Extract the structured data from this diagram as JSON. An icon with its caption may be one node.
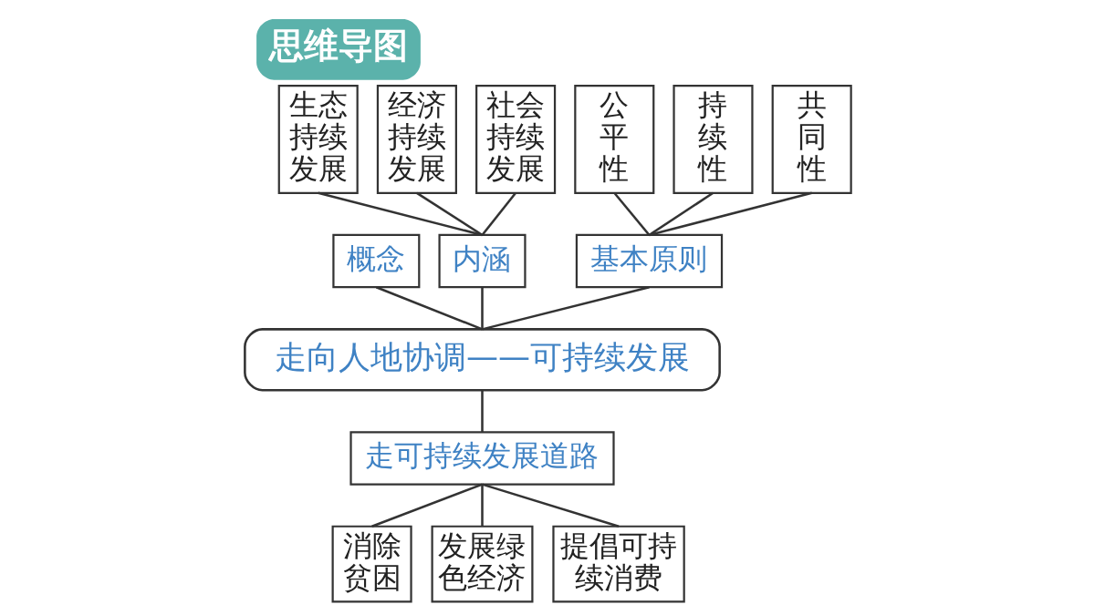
{
  "diagram": {
    "title": "思维导图",
    "nodes": [
      {
        "text": [
          "生态持续发展"
        ]
      },
      {
        "text": [
          "经济持续发展"
        ]
      },
      {
        "text": [
          "社会持续发展"
        ]
      },
      {
        "text": [
          "公平性"
        ]
      },
      {
        "text": [
          "持续性"
        ]
      },
      {
        "text": [
          "共同性"
        ]
      },
      {
        "text": [
          "概念"
        ]
      },
      {
        "text": [
          "内涵"
        ]
      },
      {
        "text": [
          "基本原则"
        ]
      },
      {
        "text": [
          "走向人地协调——可持续发展"
        ]
      },
      {
        "text": [
          "走可持续发展道路"
        ]
      },
      {
        "text": [
          "消除贫困"
        ]
      },
      {
        "text": [
          "发展绿色经济"
        ]
      },
      {
        "text": [
          "提倡可持续消费"
        ]
      }
    ],
    "edges": [
      {
        "from": 0,
        "to": 7,
        "arrow": "none"
      },
      {
        "from": 1,
        "to": 7,
        "arrow": "none"
      },
      {
        "from": 2,
        "to": 7,
        "arrow": "none"
      },
      {
        "from": 3,
        "to": 8,
        "arrow": "none"
      },
      {
        "from": 4,
        "to": 8,
        "arrow": "none"
      },
      {
        "from": 5,
        "to": 8,
        "arrow": "none"
      },
      {
        "from": 6,
        "to": 9,
        "arrow": "none"
      },
      {
        "from": 7,
        "to": 9,
        "arrow": "none"
      },
      {
        "from": 8,
        "to": 9,
        "arrow": "none"
      },
      {
        "from": 9,
        "to": 10,
        "arrow": "none"
      },
      {
        "from": 10,
        "to": 11,
        "arrow": "none"
      },
      {
        "from": 10,
        "to": 12,
        "arrow": "none"
      },
      {
        "from": 10,
        "to": 13,
        "arrow": "none"
      }
    ]
  }
}
